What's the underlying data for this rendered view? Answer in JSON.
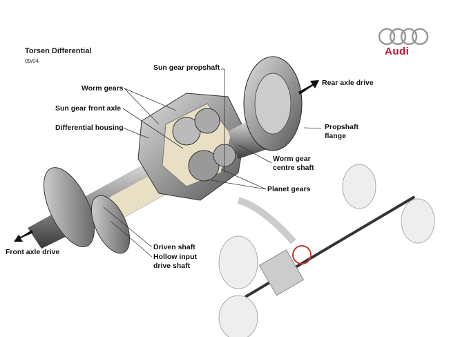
{
  "header": {
    "title": "Torsen Differential",
    "date": "09/04"
  },
  "logo": {
    "brand": "Audi",
    "color": "#c8102e"
  },
  "labels": {
    "sun_gear_propshaft": "Sun gear propshaft",
    "worm_gears": "Worm gears",
    "sun_gear_front_axle": "Sun gear front axle",
    "differential_housing": "Differential housing",
    "rear_axle_drive": "Rear axle drive",
    "propshaft_flange_1": "Propshaft",
    "propshaft_flange_2": "flange",
    "worm_gear_centre_shaft_1": "Worm gear",
    "worm_gear_centre_shaft_2": "centre shaft",
    "planet_gears": "Planet gears",
    "front_axle_drive": "Front axle drive",
    "driven_shaft": "Driven shaft",
    "hollow_input_1": "Hollow input",
    "hollow_input_2": "drive shaft"
  },
  "colors": {
    "highlight_ring": "#c0392b",
    "cutaway": "#e8dfc4"
  }
}
